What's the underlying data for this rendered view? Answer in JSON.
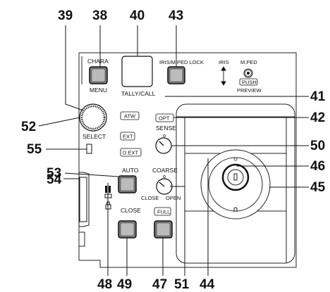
{
  "callouts": {
    "c39": "39",
    "c38": "38",
    "c40": "40",
    "c43": "43",
    "c41": "41",
    "c42": "42",
    "c52": "52",
    "c50": "50",
    "c55": "55",
    "c46": "46",
    "c53": "53",
    "c54": "54",
    "c45": "45",
    "c48": "48",
    "c49": "49",
    "c47": "47",
    "c51": "51",
    "c44": "44"
  },
  "labels": {
    "chara": "CHARA",
    "menu": "MENU",
    "select": "SELECT",
    "iris_mped_lock": "IRIS/M.PED LOCK",
    "tally_call": "TALLY/CALL",
    "iris": "IRIS",
    "mped": "M.PED",
    "push": "PUSH",
    "preview": "PREVIEW",
    "atw": "ATW",
    "ext": "EXT",
    "d_ext": "D.EXT",
    "opt": "OPT",
    "sense": "SENSE",
    "auto": "AUTO",
    "coarse": "COARSE",
    "close_knob": "CLOSE",
    "open_knob": "OPEN",
    "close_btn": "CLOSE",
    "full_btn": "FULL"
  }
}
